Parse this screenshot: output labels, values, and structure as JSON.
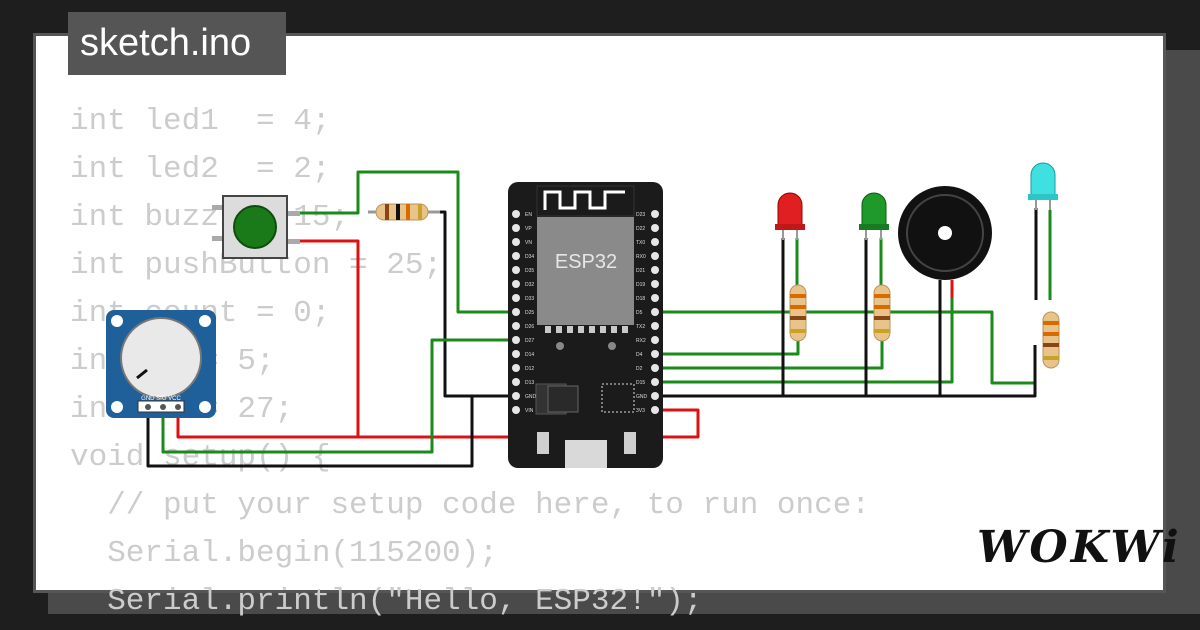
{
  "tab": {
    "filename": "sketch.ino"
  },
  "code_lines": [
    "int led1  = 4;",
    "int led2  = 2;",
    "int buzz  = 15;",
    "int pushButton = 25;",
    "int count = 0;",
    "int b3 = 5;",
    "int b4 = 27;",
    "void setup() {",
    "  // put your setup code here, to run once:",
    "  Serial.begin(115200);",
    "  Serial.println(\"Hello, ESP32!\");"
  ],
  "board": {
    "label": "ESP32",
    "left_pins": [
      "EN",
      "VP",
      "VN",
      "D34",
      "D35",
      "D32",
      "D33",
      "D25",
      "D26",
      "D27",
      "D14",
      "D12",
      "D13",
      "GND",
      "VIN"
    ],
    "right_pins": [
      "D23",
      "D22",
      "TX0",
      "RX0",
      "D21",
      "D19",
      "D18",
      "D5",
      "TX2",
      "RX2",
      "D4",
      "D2",
      "D15",
      "GND",
      "3V3"
    ]
  },
  "potentiometer": {
    "pin_labels": "GND SIG VCC"
  },
  "logo": {
    "text": "WOKWi"
  },
  "colors": {
    "wire_green": "#1a8a1a",
    "wire_red": "#e01010",
    "wire_black": "#111111",
    "board": "#1b1b1b",
    "chip": "#8a8a8a"
  }
}
